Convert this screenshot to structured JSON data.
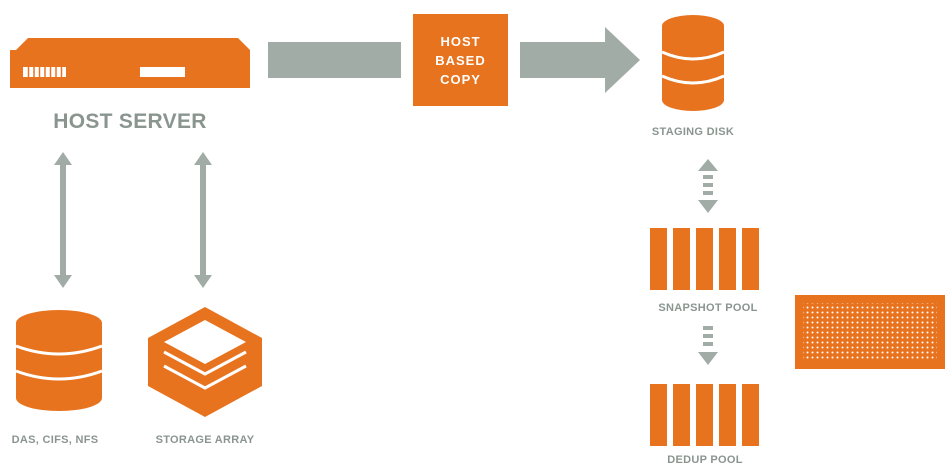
{
  "labels": {
    "host_server": "HOST SERVER",
    "host_copy_line1": "HOST",
    "host_copy_line2": "BASED",
    "host_copy_line3": "COPY",
    "staging_disk": "STAGING DISK",
    "snapshot_pool": "SNAPSHOT POOL",
    "dedup_pool": "DEDUP POOL",
    "das_cifs_nfs": "DAS, CIFS, NFS",
    "storage_array": "STORAGE ARRAY"
  },
  "colors": {
    "accent": "#e8731e",
    "arrow": "#a2aca6",
    "label": "#8a9590"
  },
  "icons": {
    "host_server": "server-rack-icon",
    "staging_disk": "database-icon",
    "das": "database-icon",
    "storage_array": "stacked-layers-icon",
    "snapshot_pool": "pool-bars-icon",
    "dedup_pool": "pool-bars-icon",
    "appliance": "appliance-icon"
  }
}
